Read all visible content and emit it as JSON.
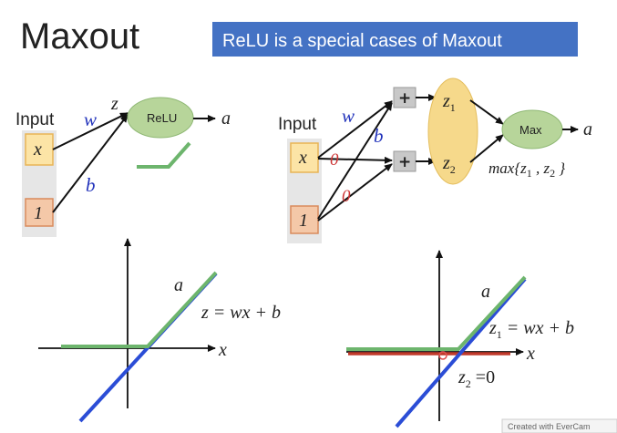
{
  "title": "Maxout",
  "banner": {
    "text": "ReLU is a special cases of Maxout",
    "color": "#4472c4"
  },
  "left_net": {
    "input_label": "Input",
    "x_label": "x",
    "one_label": "1",
    "w_label": "w",
    "b_label": "b",
    "z_label": "z",
    "relu_label": "ReLU",
    "a_label": "a"
  },
  "right_net": {
    "input_label": "Input",
    "x_label": "x",
    "one_label": "1",
    "w_label": "w",
    "b_label": "b",
    "zero_top": "0",
    "zero_bottom": "0",
    "plus_top": "+",
    "plus_bottom": "+",
    "z1_main": "z",
    "z1_sub": "1",
    "z2_main": "z",
    "z2_sub": "2",
    "max_label": "Max",
    "a_label": "a",
    "formula_main": "max{z",
    "formula_sub1": "1",
    "formula_mid": " , z",
    "formula_sub2": "2",
    "formula_end": " }"
  },
  "left_plot": {
    "a_label": "a",
    "eq": "z = wx + b",
    "x_axis_label": "x"
  },
  "right_plot": {
    "a_label": "a",
    "eq_main": "z",
    "eq_sub": "1",
    "eq_rest": " = wx + b",
    "z2_main": "z",
    "z2_sub": "2",
    "z2_rest": " =0",
    "x_axis_label": "x"
  },
  "watermark": "Created with EverCam",
  "colors": {
    "input_box": "#fce4a6",
    "input_box_border": "#e8b455",
    "one_box": "#f4c8a8",
    "one_box_border": "#d98a5c",
    "input_panel": "#e6e6e6",
    "relu_fill": "#b7d59a",
    "z_ellipse": "#f6d98b",
    "line_blue": "#2b4dd6",
    "line_green": "#6db56d",
    "line_red": "#c0392b"
  }
}
